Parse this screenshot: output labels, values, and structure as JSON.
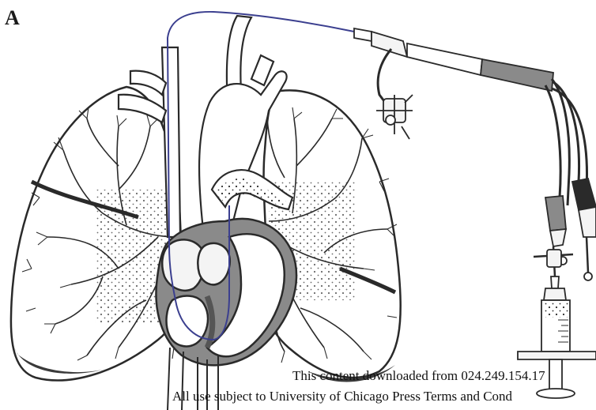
{
  "panel_label": "A",
  "watermark": {
    "line1": "This content downloaded from 024.249.154.17",
    "line2": "All use subject to University of Chicago Press Terms and Cond"
  },
  "colors": {
    "line": "#2a2a2a",
    "fill_light": "#f4f4f4",
    "fill_gray": "#8a8a8a",
    "fill_dark": "#3a3a3a",
    "catheter": "#3b3f8f"
  }
}
